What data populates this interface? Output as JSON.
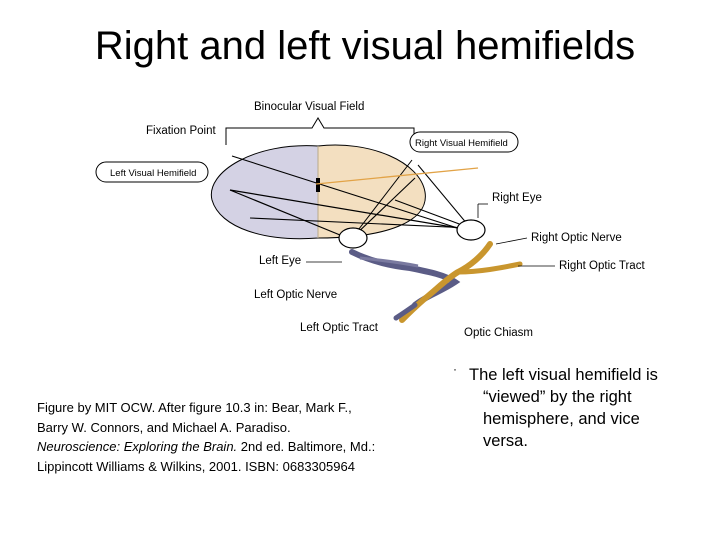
{
  "title": "Right and left visual hemifields",
  "diagram": {
    "labels": {
      "binocular_visual_field": "Binocular Visual Field",
      "fixation_point": "Fixation Point",
      "right_visual_hemifield": "Right Visual Hemifield",
      "left_visual_hemifield": "Left Visual Hemifield",
      "right_eye": "Right Eye",
      "right_optic_nerve": "Right Optic Nerve",
      "left_eye": "Left Eye",
      "right_optic_tract": "Right Optic Tract",
      "left_optic_nerve": "Left Optic Nerve",
      "left_optic_tract": "Left Optic Tract",
      "optic_chiasm": "Optic Chiasm"
    },
    "colors": {
      "left_hemifield": "#d4d2e4",
      "right_hemifield": "#f3dfc0",
      "left_pathway": "#5b5c86",
      "right_pathway": "#c9962e",
      "outline": "#000000"
    }
  },
  "caption": {
    "line1": "Figure by MIT OCW. After figure 10.3 in: Bear, Mark F.,",
    "line2": "Barry W. Connors, and Michael A. Paradiso.",
    "line3_italic": "Neuroscience: Exploring the Brain.",
    "line3_rest": " 2nd ed. Baltimore, Md.:",
    "line4": "Lippincott Williams & Wilkins, 2001. ISBN: 0683305964"
  },
  "bullet": {
    "marker": "·",
    "text": "The left visual hemifield is “viewed” by the right hemisphere, and vice versa."
  }
}
